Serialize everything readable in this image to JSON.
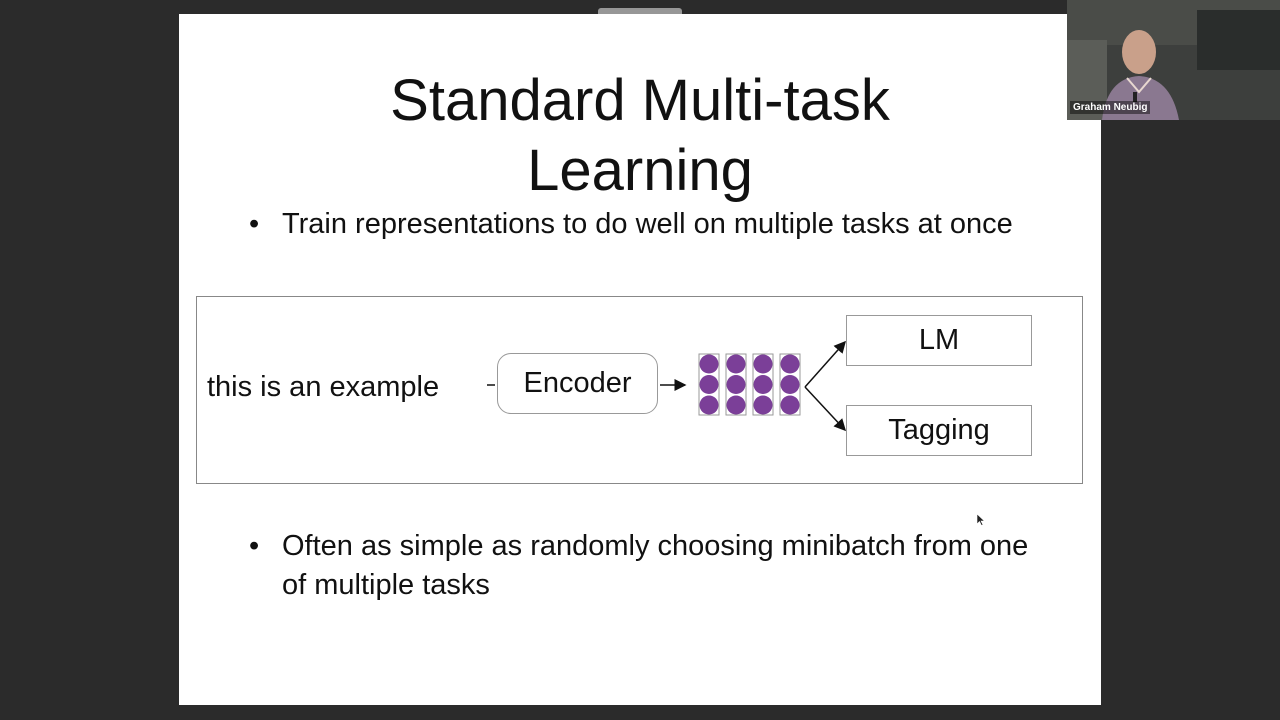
{
  "slide": {
    "title_line1": "Standard Multi-task",
    "title_line2": "Learning",
    "bullets": [
      {
        "symbol": "•",
        "text": "Train representations to do well on multiple tasks at once"
      },
      {
        "symbol": "•",
        "text": "Often as simple as randomly choosing minibatch from one of multiple tasks"
      }
    ],
    "diagram": {
      "input_text": "this is an example",
      "encoder_label": "Encoder",
      "outputs": [
        "LM",
        "Tagging"
      ],
      "vector_color": "#7b3f98"
    }
  },
  "presenter": {
    "name": "Graham Neubig"
  },
  "colors": {
    "background": "#2b2b2b",
    "slide": "#ffffff",
    "text": "#111111",
    "frame": "#888888"
  }
}
